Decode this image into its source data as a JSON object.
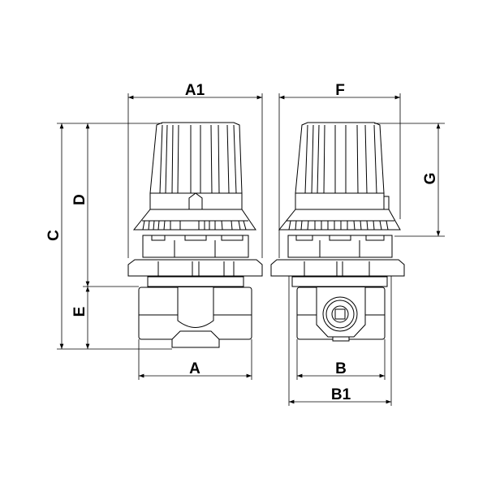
{
  "drawing": {
    "dimension_labels": {
      "A1": "A1",
      "F": "F",
      "C": "C",
      "D": "D",
      "E": "E",
      "G": "G",
      "A": "A",
      "B": "B",
      "B1": "B1"
    },
    "views": [
      "front-view",
      "side-view"
    ],
    "line_color": "#000000",
    "background": "#ffffff"
  }
}
